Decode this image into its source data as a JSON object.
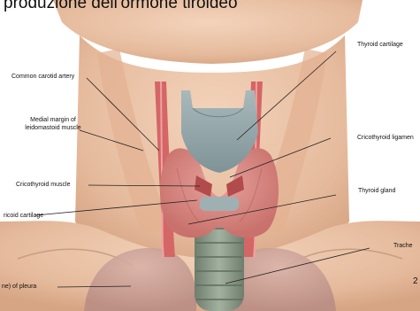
{
  "header": {
    "text": "produzione dell'ormone tiroideo"
  },
  "labels": {
    "common_carotid_artery": "Common carotid artery",
    "medial_margin_line1": "Medial margin of",
    "medial_margin_line2": "leidomastoid muscle",
    "cricothyroid_muscle": "Cricothyroid muscle",
    "cricoid_cartilage": "ricoid cartilage",
    "pleura": "ne) of pleura",
    "thyroid_cartilage": "Thyroid cartilage",
    "cricothyroid_ligament": "Cricothyroid ligamen",
    "thyroid_gland": "Thyroid gland",
    "trachea": "Trache"
  },
  "page_number": "2",
  "colors": {
    "skin": "#e9c3a6",
    "skin_shadow": "#d9a98a",
    "thyroid": "#d98b85",
    "cartilage": "#8fa2a6",
    "artery": "#d66b6b",
    "trachea": "#8c9a8a",
    "leader_line": "#222222"
  }
}
